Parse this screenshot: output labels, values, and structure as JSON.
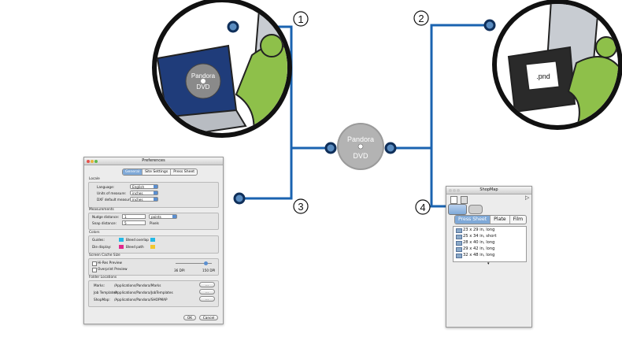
{
  "dvd_label": {
    "line1": "Pandora",
    "line2": "DVD"
  },
  "left_monitor_disc": {
    "line1": "Pandora",
    "line2": "DVD"
  },
  "right_monitor_file": ".pnd",
  "callouts": [
    "1",
    "2",
    "3",
    "4"
  ],
  "colors": {
    "line": "#1a63b0",
    "dot": "#5a8cc0",
    "person": "#8ec04a"
  },
  "preferences": {
    "title": "Preferences",
    "tabs": [
      "General",
      "Site Settings",
      "Press Sheet"
    ],
    "locale": {
      "label": "Locale",
      "rows": [
        {
          "label": "Language:",
          "value": "English"
        },
        {
          "label": "Units of measure:",
          "value": "inches"
        },
        {
          "label": "DXF default measure:",
          "value": "inches"
        }
      ]
    },
    "measurements": {
      "label": "Measurements",
      "nudge_label": "Nudge distance:",
      "nudge_value": "1",
      "nudge_unit": "points",
      "snap_label": "Snap distance:",
      "snap_value": "5",
      "snap_unit": "Pixels"
    },
    "colors": {
      "label": "Colors",
      "guides": "Guides:",
      "bleed_overlap": "Bleed overlap",
      "die_display": "Die display:",
      "bleed_path": "Bleed path"
    },
    "screen_cache": {
      "label": "Screen Cache Size",
      "hires": "Hi-Res Preview",
      "overprint": "Overprint Preview",
      "min": "36 DPI",
      "max": "150 DPI"
    },
    "folders": {
      "label": "Folder Locations",
      "rows": [
        {
          "label": "Marks:",
          "path": "/Applications/Pandora/Marks"
        },
        {
          "label": "Job Templates:",
          "path": "/Applications/Pandora/JobTemplates"
        },
        {
          "label": "ShopMap:",
          "path": "/Applications/Pandora/SHOPMAP"
        }
      ],
      "browse": "..."
    },
    "ok": "OK",
    "cancel": "Cancel"
  },
  "shopmap": {
    "title": "ShopMap",
    "tabs": [
      "Press Sheet",
      "Plate",
      "Film"
    ],
    "items": [
      "23 x 29 in, long",
      "25 x 34 in, short",
      "28 x 40 in, long",
      "29 x 42 in, long",
      "32 x 48 in, long"
    ]
  }
}
